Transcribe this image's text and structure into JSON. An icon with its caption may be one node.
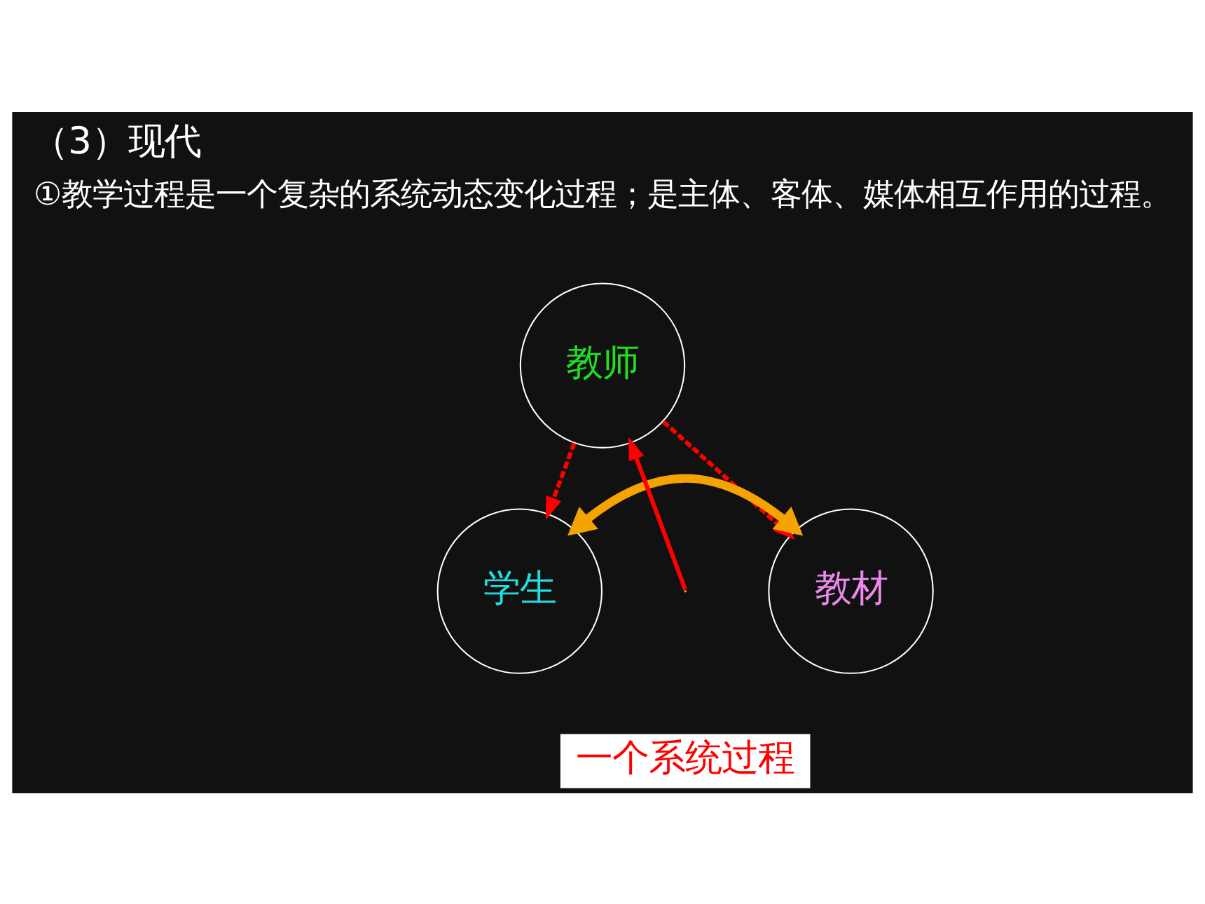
{
  "diagram": {
    "title": "（3）现代",
    "nodes": [
      {
        "text": [
          "教师"
        ]
      },
      {
        "text": [
          "学生"
        ]
      },
      {
        "text": [
          "教材"
        ]
      },
      {
        "text": [
          "一个系统过程"
        ]
      }
    ],
    "edges": [
      {
        "from": 0,
        "to": 1,
        "arrow": "to",
        "style": "dashed"
      },
      {
        "from": 0,
        "to": 2,
        "arrow": "to",
        "style": "dashed"
      },
      {
        "from": 1,
        "to": 2,
        "arrow": "both",
        "style": "thick",
        "color": "#f5a300"
      },
      {
        "from": null,
        "to": 0,
        "arrow": "to"
      }
    ],
    "labels": [
      "①教学过程是一个复杂的系统动态变化过程；是主体、客体、媒体相互作用的过程。"
    ]
  }
}
